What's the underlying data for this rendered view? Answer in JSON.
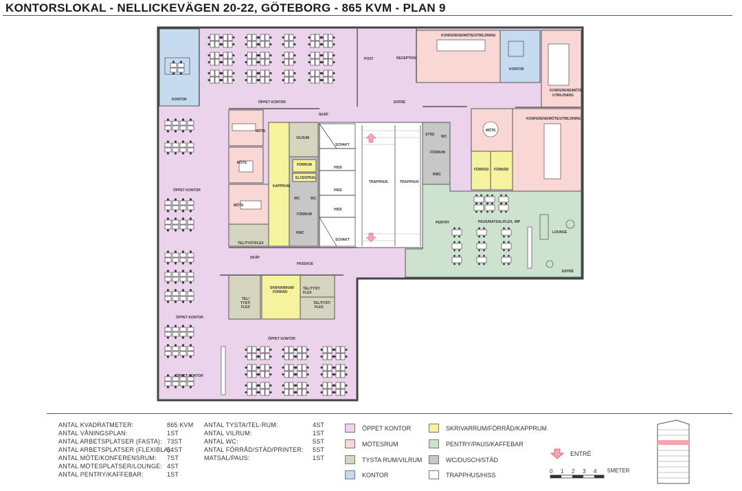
{
  "title": "KONTORSLOKAL - NELLICKEVÄGEN 20-22, GÖTEBORG - 865 KVM - PLAN 9",
  "colors": {
    "open_office": "#ecd3ec",
    "meeting": "#f9d7d5",
    "quiet": "#d6d6c0",
    "office": "#c6dbef",
    "storage": "#f5f39e",
    "pantry": "#cde2cf",
    "wc": "#c7c7c7",
    "stairs": "#ffffff",
    "entry_arrow": "#f4a6ae"
  },
  "room_labels": {
    "kontor_nw": "KONTOR",
    "oppet_kontor_n": "ÖPPET KONTOR",
    "skap_n": "SKÅP",
    "post": "POST",
    "reception": "RECEPTION",
    "entre_n": "ENTRÉ",
    "konf_ne": "KONFERENS/MÖTE/UTBILDNING",
    "kontor_ne": "KONTOR",
    "konf_far_ne_1": "KONFERENS/MÖTE/",
    "konf_far_ne_2": "UTBILDNING",
    "oppet_kontor_w1": "ÖPPET KONTOR",
    "mote_1": "MÖTE",
    "mote_2": "MÖTE",
    "mote_3": "MÖTE",
    "kapprum": "KAPPRUM",
    "tel_tyst_flex_1": "TEL/TYST/FLEX",
    "skap_s": "SKÅP",
    "vilrum": "VILRUM",
    "forrum_1": "FÖRRUM",
    "elcentral": "ELCENTRAL",
    "wc_1": "WC",
    "wc_2": "WC",
    "forrum_2": "FÖRRUM",
    "rwc_1": "RWC",
    "schakt_1": "SCHAKT",
    "hiss_1": "HISS",
    "hiss_2": "HISS",
    "hiss_3": "HISS",
    "schakt_2": "SCHAKT",
    "trapphus_1": "TRAPPHUS",
    "trapphus_2": "TRAPPHUS",
    "passage": "PASSAGE",
    "stad": "STÄD",
    "wc_3": "WC",
    "forrum_3": "FÖRRUM",
    "rwc_2": "RWC",
    "mote_4": "MÖTE",
    "konf_e": "KONFERENS/MÖTE/UTBILDNING",
    "forrad_1": "FÖRRÅD",
    "forrad_2": "FÖRRÅD",
    "pentry": "PENTRY",
    "paus": "PAUS/MATSAL/FLEX, 49P",
    "lounge": "LOUNGE",
    "entre_e": "ENTRÉ",
    "oppet_kontor_w2": "ÖPPET KONTOR",
    "skrivarrum_1": "SKRIVARRUM/",
    "skrivarrum_2": "FÖRRÅD",
    "tel_a_1": "TEL/",
    "tel_a_2": "TYST/",
    "tel_a_3": "FLEX",
    "tel_b_1": "TEL/TYST/",
    "tel_b_2": "FLEX",
    "tel_c_1": "TEL/TYST/",
    "tel_c_2": "FLEX",
    "oppet_kontor_w3": "ÖPPET KONTOR",
    "oppet_kontor_s": "ÖPPET KONTOR"
  },
  "stats_left": [
    {
      "label": "ANTAL KVADRATMETER:",
      "value": "865 KVM"
    },
    {
      "label": "ANTAL VÅNINGSPLAN:",
      "value": "1ST"
    },
    {
      "label": "ANTAL ARBETSPLATSER (FASTA):",
      "value": "73ST"
    },
    {
      "label": "ANTAL ARBETSPLATSER (FLEXIBLA):",
      "value": "54ST"
    },
    {
      "label": "ANTAL MÖTE/KONFERENSRUM:",
      "value": "7ST"
    },
    {
      "label": "ANTAL MÖTESPLATSER/LOUNGE:",
      "value": "4ST"
    },
    {
      "label": "ANTAL PENTRY/KAFFEBAR:",
      "value": "1ST"
    }
  ],
  "stats_right": [
    {
      "label": "ANTAL TYSTA/TEL-RUM:",
      "value": "4ST"
    },
    {
      "label": "ANTAL VILRUM:",
      "value": "1ST"
    },
    {
      "label": "ANTAL WC:",
      "value": "5ST"
    },
    {
      "label": "ANTAL FÖRRÅD/STÄD/PRINTER:",
      "value": "5ST"
    },
    {
      "label": "MATSAL/PAUS:",
      "value": "1ST"
    }
  ],
  "legend": [
    {
      "label": "ÖPPET KONTOR",
      "color": "#ecd3ec"
    },
    {
      "label": "MÖTESRUM",
      "color": "#f9d7d5"
    },
    {
      "label": "TYSTA RUM/VILRUM",
      "color": "#d6d6c0"
    },
    {
      "label": "KONTOR",
      "color": "#c6dbef"
    },
    {
      "label": "SKRIVARRUM/FÖRRÅD/KAPPRUM",
      "color": "#f5f39e"
    },
    {
      "label": "PENTRY/PAUS/KAFFEBAR",
      "color": "#cde2cf"
    },
    {
      "label": "WC/DUSCH/STÄD",
      "color": "#c7c7c7"
    },
    {
      "label": "TRAPPHUS/HISS",
      "color": "#ffffff"
    }
  ],
  "entre_legend": "ENTRÉ",
  "scale": {
    "ticks": [
      "0",
      "1",
      "2",
      "3",
      "4"
    ],
    "unit": "5METER"
  }
}
